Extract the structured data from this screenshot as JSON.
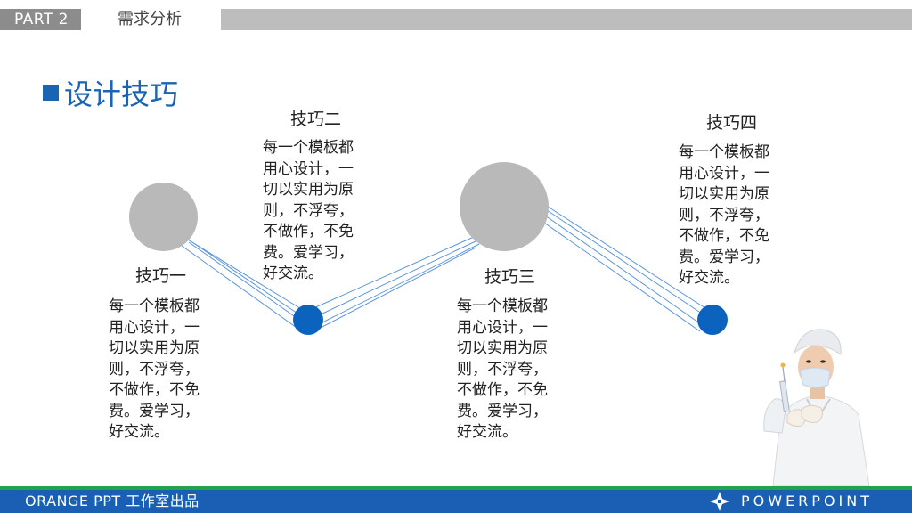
{
  "header": {
    "part": "PART 2",
    "section": "需求分析"
  },
  "slide": {
    "title": "设计技巧"
  },
  "tips": [
    {
      "title": "技巧一",
      "body": "每一个模板都\n用心设计，一\n切以实用为原\n则，不浮夸，\n不做作，不免\n费。爱学习，\n好交流。"
    },
    {
      "title": "技巧二",
      "body": "每一个模板都\n用心设计，一\n切以实用为原\n则，不浮夸，\n不做作，不免\n费。爱学习，\n好交流。"
    },
    {
      "title": "技巧三",
      "body": "每一个模板都\n用心设计，一\n切以实用为原\n则，不浮夸，\n不做作，不免\n费。爱学习，\n好交流。"
    },
    {
      "title": "技巧四",
      "body": "每一个模板都\n用心设计，一\n切以实用为原\n则，不浮夸，\n不做作，不免\n费。爱学习，\n好交流。"
    }
  ],
  "footer": {
    "left": "ORANGE PPT 工作室出品",
    "right": "POWERPOINT"
  },
  "colors": {
    "accent": "#1a64b4",
    "gray_circle": "#b9b9b9",
    "blue_dot": "#0b63bd",
    "footer_green": "#22a24a",
    "footer_blue": "#1a5fb4"
  },
  "icons": {
    "title_marker": "square-icon",
    "footer_logo": "diamond-cross-icon",
    "illustration": "nurse-with-syringe-illustration"
  }
}
